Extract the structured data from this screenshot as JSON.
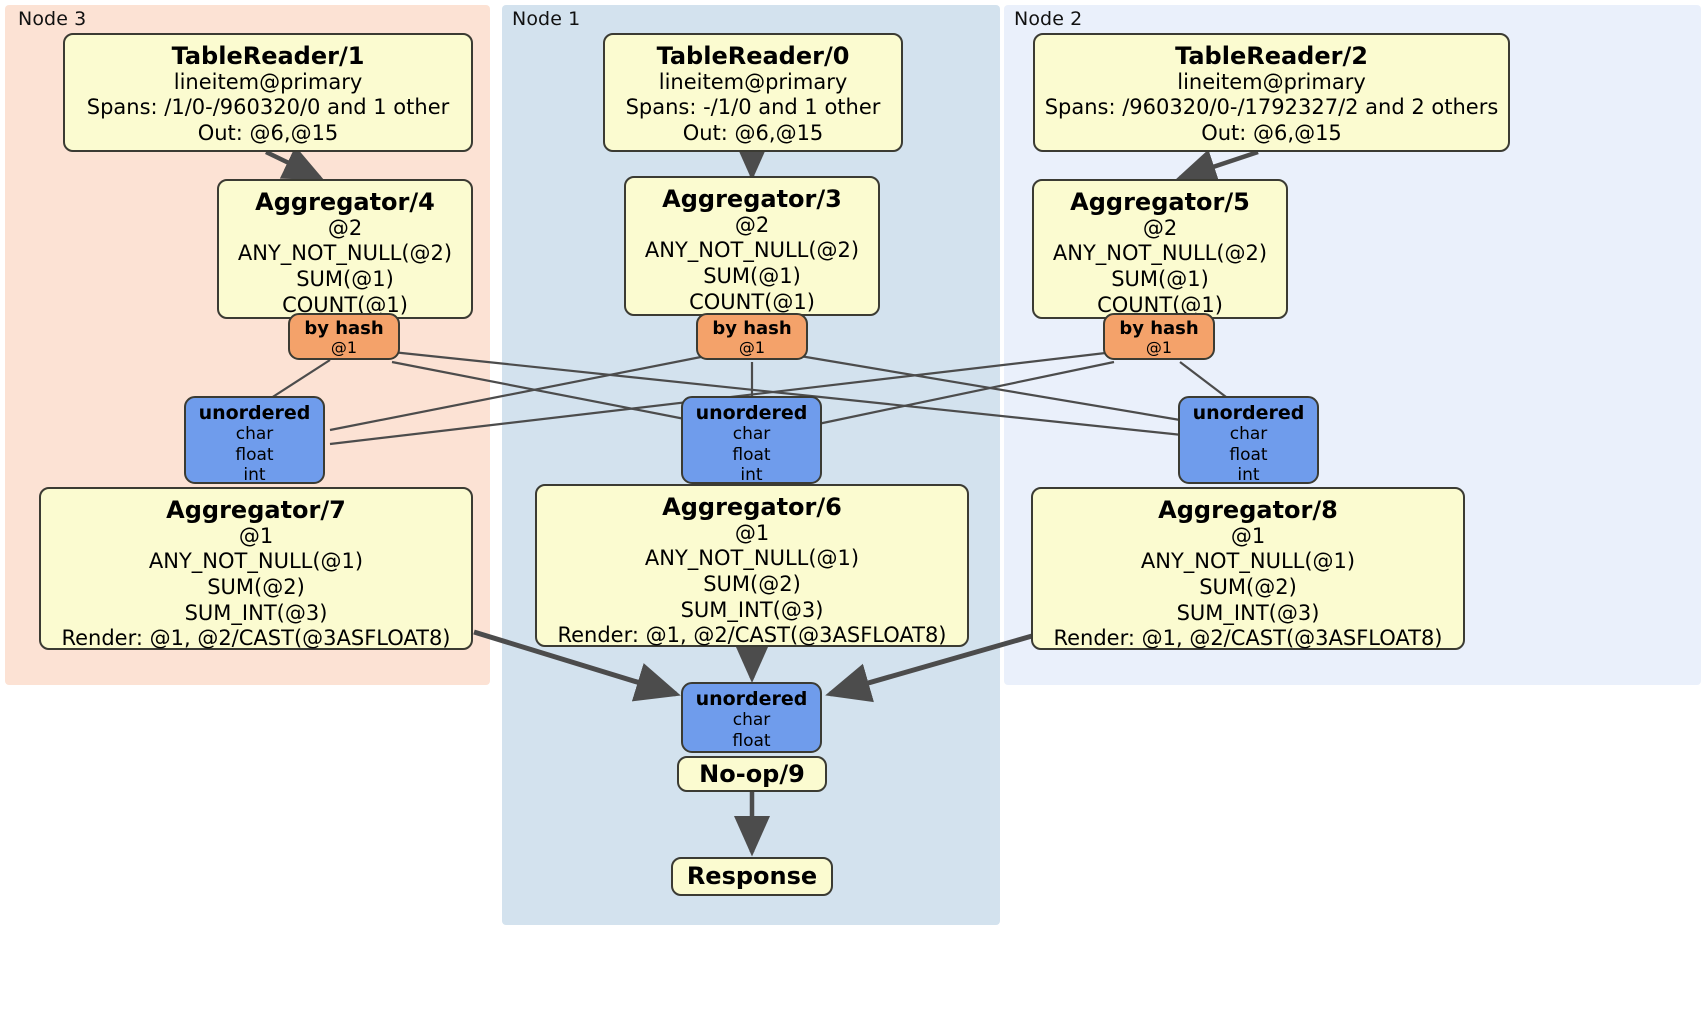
{
  "diagram": {
    "title": "Distributed query plan",
    "colors": {
      "panel_node3": "#fce2d4",
      "panel_node1": "#d3e2ee",
      "panel_node2": "#eaf0fb",
      "processor": "#fbfbd0",
      "router": "#f4a26a",
      "sync": "#6f9cec",
      "stroke": "#3b3b33",
      "edge": "#4c4c4c",
      "background": "#ffffff"
    }
  },
  "panels": [
    {
      "id": "node3",
      "label": "Node 3"
    },
    {
      "id": "node1",
      "label": "Node 1"
    },
    {
      "id": "node2",
      "label": "Node 2"
    }
  ],
  "processors": {
    "tablereader_1": {
      "title": "TableReader/1",
      "lines": [
        "lineitem@primary",
        "Spans: /1/0-/960320/0 and 1 other",
        "Out: @6,@15"
      ]
    },
    "tablereader_0": {
      "title": "TableReader/0",
      "lines": [
        "lineitem@primary",
        "Spans: -/1/0 and 1 other",
        "Out: @6,@15"
      ]
    },
    "tablereader_2": {
      "title": "TableReader/2",
      "lines": [
        "lineitem@primary",
        "Spans: /960320/0-/1792327/2 and 2 others",
        "Out: @6,@15"
      ]
    },
    "aggregator_4": {
      "title": "Aggregator/4",
      "lines": [
        "@2",
        "ANY_NOT_NULL(@2)",
        "SUM(@1)",
        "COUNT(@1)"
      ]
    },
    "aggregator_3": {
      "title": "Aggregator/3",
      "lines": [
        "@2",
        "ANY_NOT_NULL(@2)",
        "SUM(@1)",
        "COUNT(@1)"
      ]
    },
    "aggregator_5": {
      "title": "Aggregator/5",
      "lines": [
        "@2",
        "ANY_NOT_NULL(@2)",
        "SUM(@1)",
        "COUNT(@1)"
      ]
    },
    "aggregator_7": {
      "title": "Aggregator/7",
      "lines": [
        "@1",
        "ANY_NOT_NULL(@1)",
        "SUM(@2)",
        "SUM_INT(@3)",
        "Render: @1, @2/CAST(@3ASFLOAT8)"
      ]
    },
    "aggregator_6": {
      "title": "Aggregator/6",
      "lines": [
        "@1",
        "ANY_NOT_NULL(@1)",
        "SUM(@2)",
        "SUM_INT(@3)",
        "Render: @1, @2/CAST(@3ASFLOAT8)"
      ]
    },
    "aggregator_8": {
      "title": "Aggregator/8",
      "lines": [
        "@1",
        "ANY_NOT_NULL(@1)",
        "SUM(@2)",
        "SUM_INT(@3)",
        "Render: @1, @2/CAST(@3ASFLOAT8)"
      ]
    },
    "noop_9": {
      "title": "No-op/9",
      "lines": []
    },
    "response": {
      "title": "Response",
      "lines": []
    }
  },
  "routers": {
    "byhash_left": {
      "title": "by hash",
      "lines": [
        "@1"
      ]
    },
    "byhash_center": {
      "title": "by hash",
      "lines": [
        "@1"
      ]
    },
    "byhash_right": {
      "title": "by hash",
      "lines": [
        "@1"
      ]
    }
  },
  "synchronizers": {
    "unordered_left": {
      "title": "unordered",
      "lines": [
        "char",
        "float",
        "int"
      ]
    },
    "unordered_center": {
      "title": "unordered",
      "lines": [
        "char",
        "float",
        "int"
      ]
    },
    "unordered_right": {
      "title": "unordered",
      "lines": [
        "char",
        "float",
        "int"
      ]
    },
    "unordered_final": {
      "title": "unordered",
      "lines": [
        "char",
        "float"
      ]
    }
  }
}
